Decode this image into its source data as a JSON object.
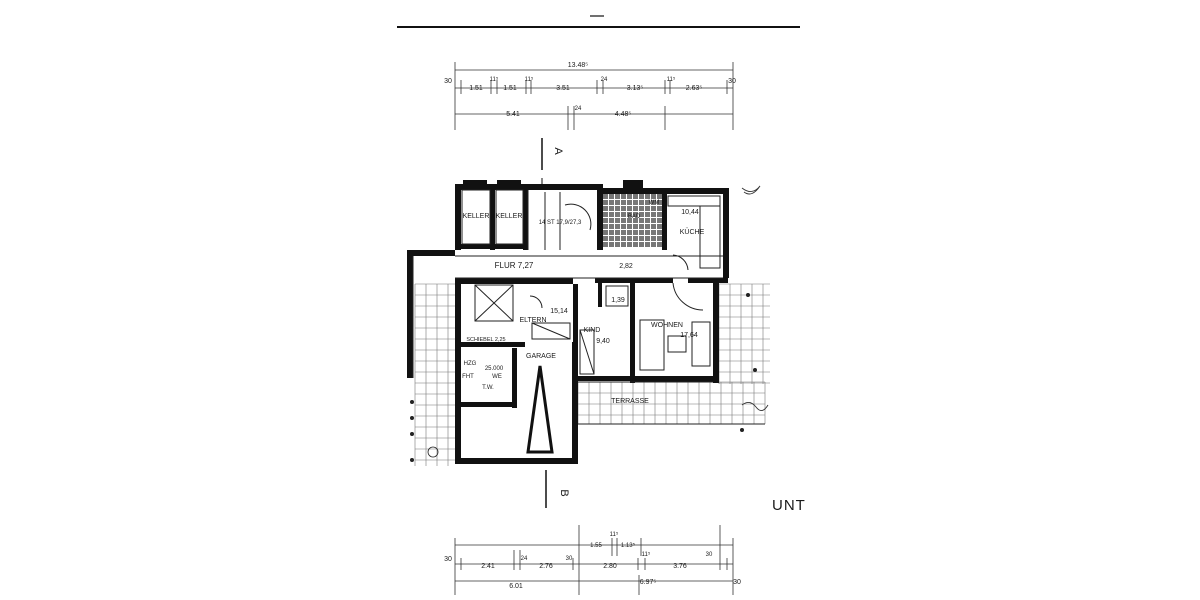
{
  "dimensions": {
    "top": {
      "overall": "13.48⁵",
      "row1": [
        "30",
        "1.51",
        "11⁵",
        "1.51",
        "11⁵",
        "3.51",
        "24",
        "3.13⁵",
        "11⁵",
        "2.63⁵",
        "30"
      ],
      "row2": [
        "5.41",
        "24",
        "4.48⁵"
      ]
    },
    "bottom": {
      "row1": [
        "30",
        "2.41",
        "24",
        "2.76",
        "30",
        "1.55",
        "11⁵",
        "1.13⁵",
        "2.80",
        "11⁵",
        "3.76",
        "30"
      ],
      "row2": [
        "6.01",
        "6.97⁵",
        "30"
      ]
    }
  },
  "section_labels": {
    "top": "A",
    "bottom": "B"
  },
  "rooms": {
    "keller1": "KELLER",
    "keller2": "KELLER",
    "stair": "14 ST 17,9/27,3",
    "bad_wm": "WM",
    "bad": "BAD",
    "kueche_area": "10,44",
    "kueche": "KÜCHE",
    "flur": "FLUR 7,27",
    "flur2": "2,82",
    "eltern_area": "15,14",
    "eltern": "ELTERN",
    "wc_area": "1,39",
    "kind": "KIND",
    "kind_area": "9,40",
    "wohnen": "WOHNEN",
    "wohnen_area": "17,64",
    "schiebel": "SCHIEBEL 2,25",
    "garage": "GARAGE",
    "hzg": "HZG",
    "tank": "25.000",
    "we": "WE",
    "fht": "FHT",
    "tw": "T.W.",
    "terrasse": "TERRASSE"
  },
  "edge_text": "UNT"
}
